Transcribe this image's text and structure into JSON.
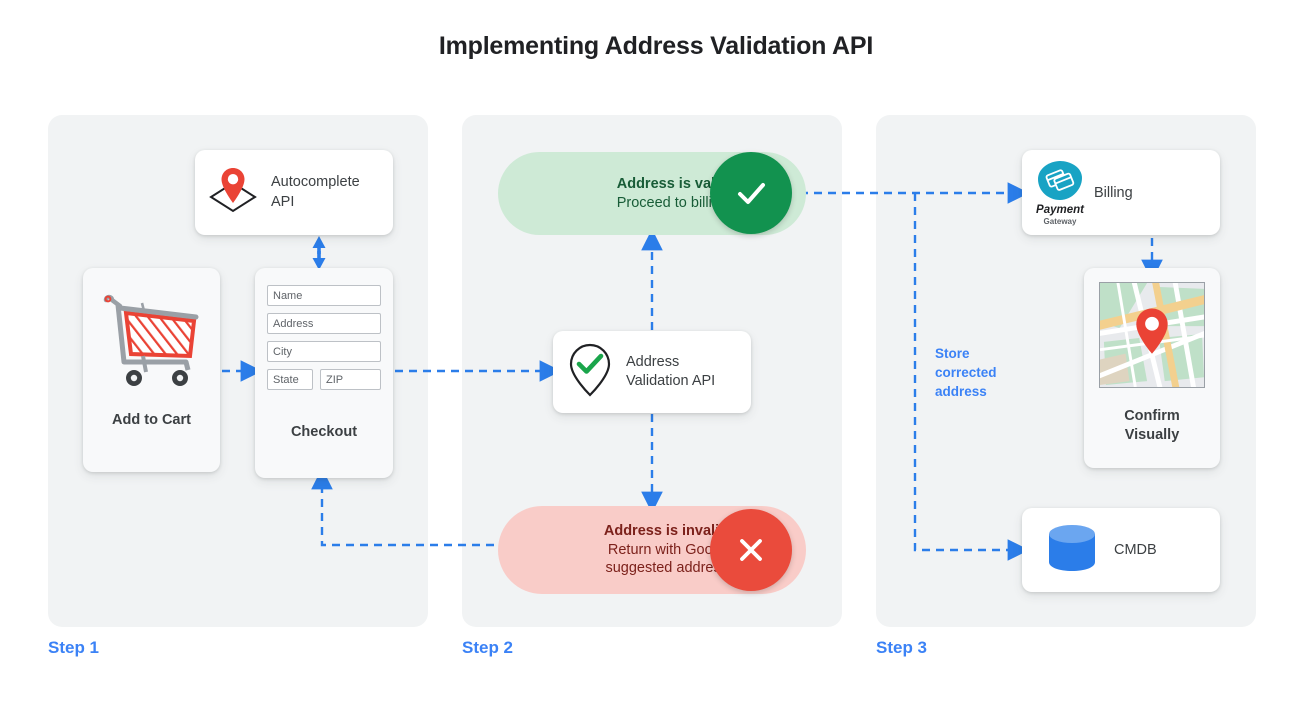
{
  "page": {
    "title": "Implementing Address Validation API",
    "accent_blue": "#3b82f6",
    "panel_bg": "#f1f3f4",
    "valid_green": "#12924f",
    "valid_pill_bg": "#ceead6",
    "invalid_red": "#ea4b3c",
    "invalid_pill_bg": "#f9ccc8"
  },
  "steps": [
    {
      "label": "Step 1"
    },
    {
      "label": "Step 2"
    },
    {
      "label": "Step 3"
    }
  ],
  "step1": {
    "autocomplete_card": {
      "icon": "map-pin-diamond-icon",
      "line1": "Autocomplete",
      "line2": "API"
    },
    "cart_card": {
      "icon": "shopping-cart-icon",
      "caption": "Add to Cart"
    },
    "checkout_card": {
      "caption": "Checkout",
      "fields": [
        {
          "name": "name-field",
          "placeholder": "Name"
        },
        {
          "name": "address-field",
          "placeholder": "Address"
        },
        {
          "name": "city-field",
          "placeholder": "City"
        },
        {
          "name": "state-field",
          "placeholder": "State"
        },
        {
          "name": "zip-field",
          "placeholder": "ZIP"
        }
      ]
    }
  },
  "step2": {
    "valid_pill": {
      "headline": "Address is valid.",
      "subtext": "Proceed to billing.",
      "badge_icon": "check-icon"
    },
    "validation_card": {
      "icon": "pin-check-icon",
      "line1": "Address",
      "line2": "Validation API"
    },
    "invalid_pill": {
      "headline": "Address is invalid.",
      "subtext_line1": "Return with Google",
      "subtext_line2": "suggested address.",
      "badge_icon": "close-icon"
    }
  },
  "step3": {
    "billing_card": {
      "icon": "payment-gateway-logo",
      "logo_word1": "Payment",
      "logo_word2": "Gateway",
      "label": "Billing"
    },
    "confirm_card": {
      "icon": "map-thumbnail-icon",
      "caption_line1": "Confirm",
      "caption_line2": "Visually"
    },
    "cmdb_card": {
      "icon": "database-icon",
      "label": "CMDB"
    },
    "store_note": {
      "line1": "Store",
      "line2": "corrected",
      "line3": "address"
    }
  }
}
